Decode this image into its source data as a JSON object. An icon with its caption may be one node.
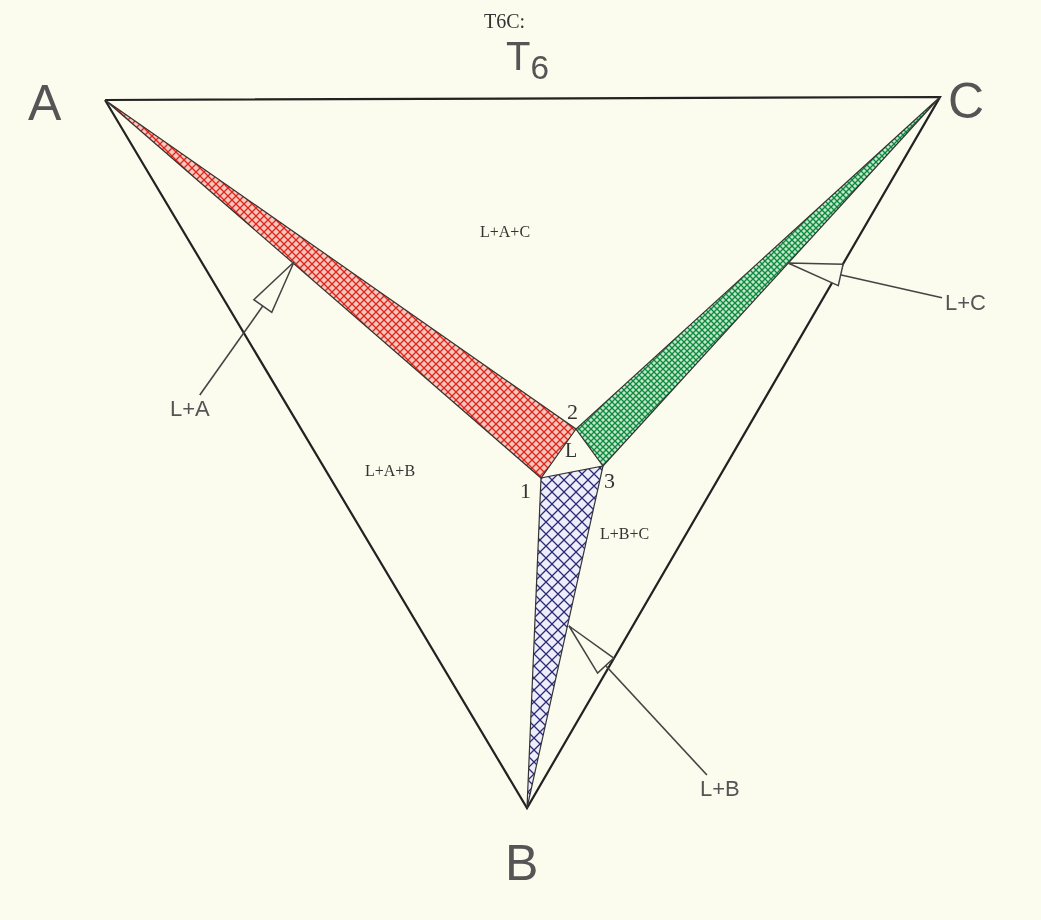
{
  "diagram": {
    "title": "T6C:",
    "nodes": [
      {
        "text": [
          "L+A"
        ]
      },
      {
        "text": [],
        "shape": "triangle"
      },
      {
        "text": [
          "L+C"
        ]
      },
      {
        "text": [],
        "shape": "triangle"
      },
      {
        "text": [
          "L+B"
        ]
      },
      {
        "text": [],
        "shape": "triangle"
      }
    ],
    "edges": [
      {
        "from": 0,
        "to": 1,
        "arrow": "to"
      },
      {
        "from": 2,
        "to": 3,
        "arrow": "to"
      },
      {
        "from": 4,
        "to": 5,
        "arrow": "to"
      }
    ],
    "labels": [
      "T$_{6}$",
      "A",
      "C",
      "L+A+C",
      "2",
      "L",
      "L+A+B",
      "1",
      "3",
      "L+B+C",
      "B"
    ]
  }
}
